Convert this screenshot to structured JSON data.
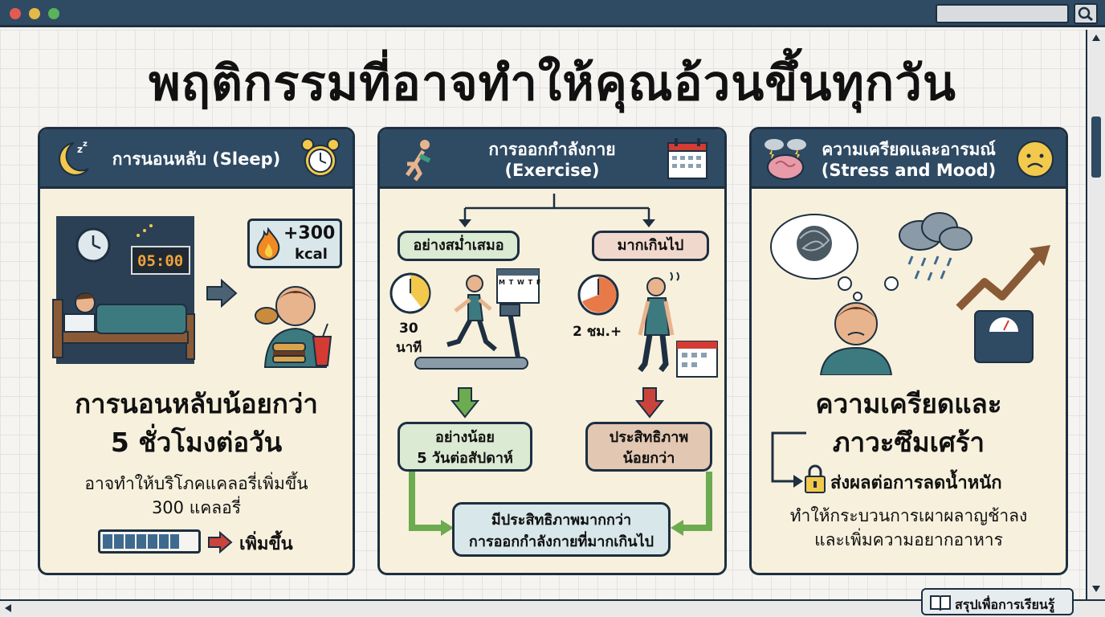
{
  "window": {
    "search_placeholder": ""
  },
  "title": "พฤติกรรมที่อาจทำให้คุณอ้วนขึ้นทุกวัน",
  "sleep": {
    "header": "การนอนหลับ (Sleep)",
    "clock_display": "05:00",
    "calorie_badge_line1": "+300",
    "calorie_badge_line2": "kcal",
    "headline_line1": "การนอนหลับน้อยกว่า",
    "headline_line2": "5 ชั่วโมงต่อวัน",
    "desc_line1": "อาจทำให้บริโภคแคลอรี่เพิ่มขึ้น",
    "desc_line2": "300 แคลอรี่",
    "increase_label": "เพิ่มขึ้น",
    "progress_fraction": 0.82
  },
  "exercise": {
    "header_line1": "การออกกำลังกาย",
    "header_line2": "(Exercise)",
    "regular_label": "อย่างสม่ำเสมอ",
    "excess_label": "มากเกินไป",
    "timer_regular_line1": "30",
    "timer_regular_line2": "นาที",
    "timer_excess": "2 ชม.+",
    "calendar_days": "M T W T F",
    "result_regular_line1": "อย่างน้อย",
    "result_regular_line2": "5 วันต่อสัปดาห์",
    "result_excess_line1": "ประสิทธิภาพ",
    "result_excess_line2": "น้อยกว่า",
    "conclusion_line1": "มีประสิทธิภาพมากกว่า",
    "conclusion_line2": "การออกกำลังกายที่มากเกินไป"
  },
  "stress": {
    "header_line1": "ความเครียดและอารมณ์",
    "header_line2": "(Stress and Mood)",
    "headline_line1": "ความเครียดและ",
    "headline_line2": "ภาวะซึมเศร้า",
    "effect": "ส่งผลต่อการลดน้ำหนัก",
    "desc_line1": "ทำให้กระบวนการเผาผลาญช้าลง",
    "desc_line2": "และเพิ่มความอยากอาหาร"
  },
  "summary_button": "สรุปเพื่อการเรียนรู้",
  "colors": {
    "header_blue": "#2f4a63",
    "panel_cream": "#f7f0dd",
    "arrow_green": "#6cab4f",
    "arrow_red": "#c9453c",
    "accent_orange": "#e07a2a"
  }
}
